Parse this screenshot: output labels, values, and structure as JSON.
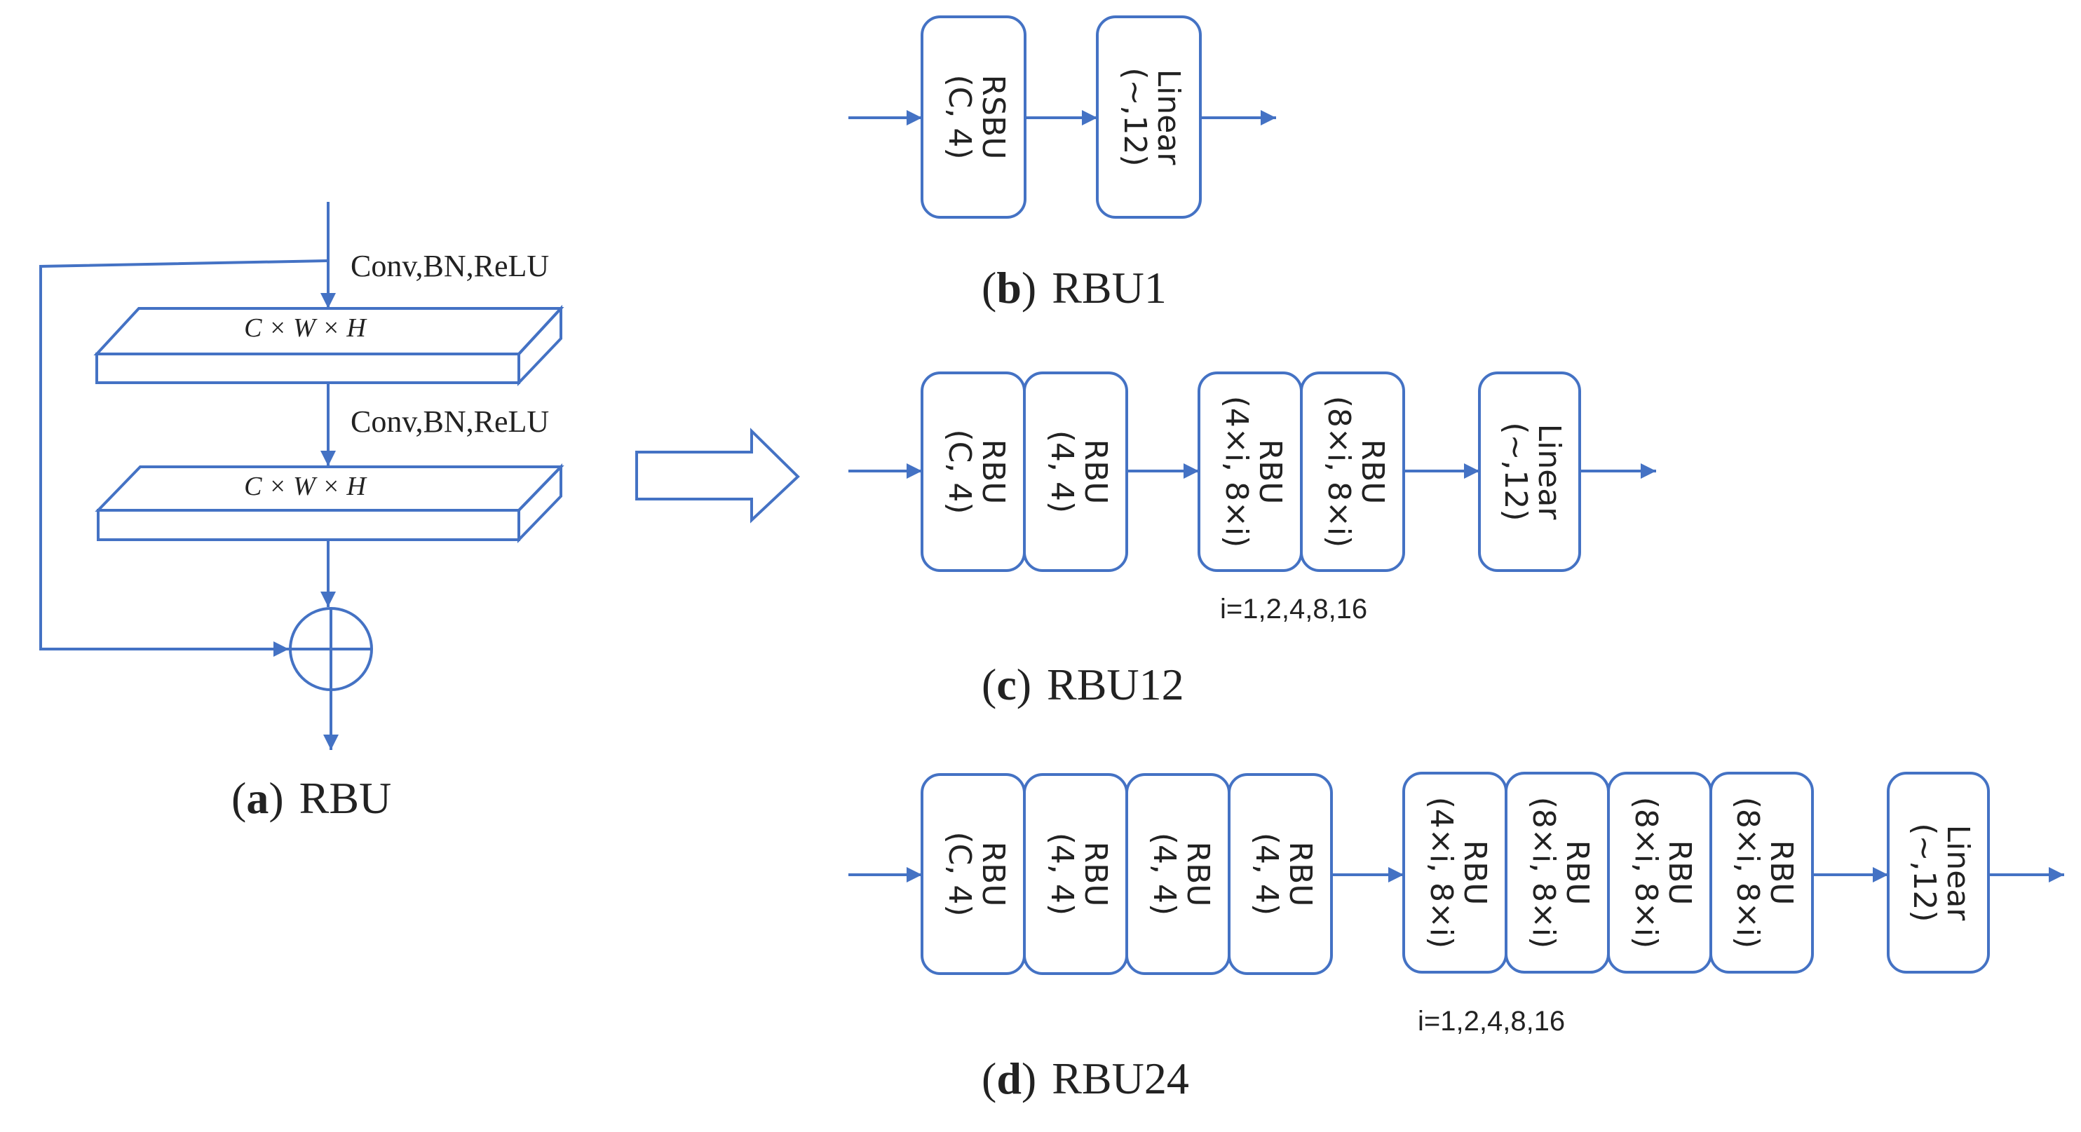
{
  "colors": {
    "line": "#4472C4",
    "text": "#222222",
    "background": "#ffffff"
  },
  "rbu": {
    "conv_label_top": "Conv,BN,ReLU",
    "conv_label_mid": "Conv,BN,ReLU",
    "layer_top": "C × W × H",
    "layer_bottom": "C × W × H",
    "icon": "plus-circle-icon",
    "caption_letter": "a",
    "caption_text": "RBU"
  },
  "rbu1": {
    "blocks": [
      {
        "line1": "RSBU",
        "line2": "(C, 4)"
      },
      {
        "line1": "Linear",
        "line2": "(~,12)"
      }
    ],
    "caption_letter": "b",
    "caption_text": "RBU1"
  },
  "rbu12": {
    "blocks": [
      {
        "line1": "RBU",
        "line2": "(C, 4)"
      },
      {
        "line1": "RBU",
        "line2": "(4, 4)"
      },
      {
        "line1": "RBU",
        "line2": "(4×i, 8×i)"
      },
      {
        "line1": "RBU",
        "line2": "(8×i, 8×i)"
      },
      {
        "line1": "Linear",
        "line2": "(~,12)"
      }
    ],
    "note": "i=1,2,4,8,16",
    "caption_letter": "c",
    "caption_text": "RBU12"
  },
  "rbu24": {
    "blocks": [
      {
        "line1": "RBU",
        "line2": "(C, 4)"
      },
      {
        "line1": "RBU",
        "line2": "(4, 4)"
      },
      {
        "line1": "RBU",
        "line2": "(4, 4)"
      },
      {
        "line1": "RBU",
        "line2": "(4, 4)"
      },
      {
        "line1": "RBU",
        "line2": "(4×i, 8×i)"
      },
      {
        "line1": "RBU",
        "line2": "(8×i, 8×i)"
      },
      {
        "line1": "RBU",
        "line2": "(8×i, 8×i)"
      },
      {
        "line1": "RBU",
        "line2": "(8×i, 8×i)"
      },
      {
        "line1": "Linear",
        "line2": "(~,12)"
      }
    ],
    "note": "i=1,2,4,8,16",
    "caption_letter": "d",
    "caption_text": "RBU24"
  },
  "arrow_icon": "hollow-right-arrow-icon"
}
